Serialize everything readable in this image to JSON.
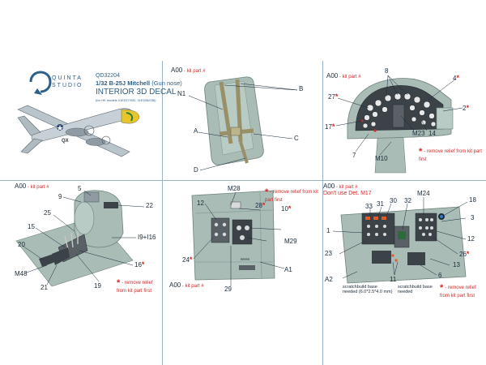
{
  "brand": {
    "name_line1": "QUINTA",
    "name_line2": "STUDIO"
  },
  "product": {
    "code": "QD32204",
    "title": "1/32 B-25J Mitchell",
    "variant": "(Gun nose)",
    "type_line1": "INTERIOR 3D DECAL",
    "compat": "(for HK models 01E037/032, 01E035/036)"
  },
  "aircraft": {
    "nose_code": "QX"
  },
  "panels": {
    "seat": {
      "header": "A00",
      "header_note": " - kit part #",
      "labels": {
        "n1": "N1",
        "b": "B",
        "a": "A",
        "c": "C",
        "d": "D"
      }
    },
    "dash": {
      "header": "A00",
      "header_note": " - kit part #",
      "labels": {
        "n8": "8",
        "n4": "4",
        "n27": "27",
        "n2": "2",
        "n17": "17",
        "m23": "M23",
        "n14": "14",
        "n7": "7",
        "m10": "M10"
      },
      "note": "- remove relief from kit part first"
    },
    "pedestal": {
      "header": "A00",
      "header_note": " - kit part #",
      "labels": {
        "n5": "5",
        "n9": "9",
        "n22": "22",
        "n25": "25",
        "n15": "15",
        "n20": "20",
        "i9": "I9+I16",
        "n16": "16",
        "m48": "M48",
        "n21": "21",
        "n19": "19"
      },
      "note": "- remove relief from kit part first"
    },
    "wall": {
      "header": "A00",
      "header_note": " - kit part #",
      "labels": {
        "m28": "M28",
        "n28": "28",
        "n10": "10",
        "n12": "12",
        "m29": "M29",
        "n24": "24",
        "a1": "A1",
        "n29": "29",
        "stencil": "ᴿᴿᴿᴿᴿ"
      },
      "note": "- remove relief from kit part first"
    },
    "bulkhead": {
      "header": "A00",
      "header_note": " - kit part #",
      "warning": "Don't use Det. M17",
      "labels": {
        "m24": "M24",
        "n33": "33",
        "n31": "31",
        "n30": "30",
        "n32": "32",
        "n18": "18",
        "n3": "3",
        "n1": "1",
        "n12": "12",
        "n23": "23",
        "n26": "26",
        "n13": "13",
        "n6": "6",
        "a2": "A2",
        "n11": "11"
      },
      "scratch1": "scratchbuild base needed (6.0*2.5*4.0 mm)",
      "scratch2": "scratchbuild base needed",
      "note": "- remove relief from kit part first"
    }
  },
  "colors": {
    "accent": "#d62828",
    "grid": "#9bb3c6",
    "part_gray": "#a9bcb6",
    "text": "#1a2a3a"
  }
}
